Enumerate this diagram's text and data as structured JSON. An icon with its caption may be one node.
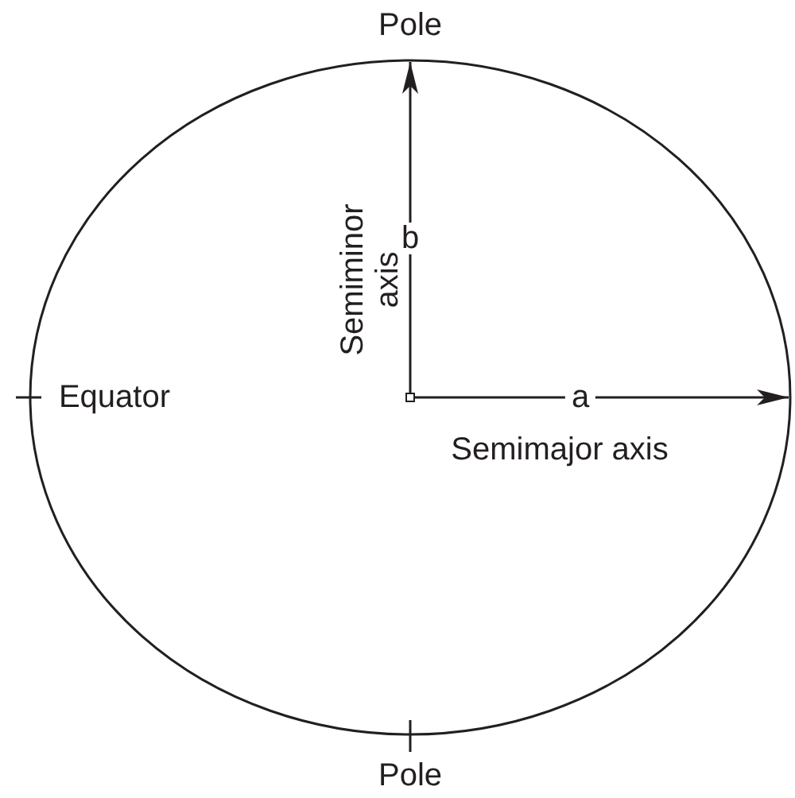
{
  "diagram": {
    "nodes": [
      {
        "text": [],
        "shape": "ellipse"
      },
      {
        "text": [],
        "shape": "box",
        "in": 0
      }
    ],
    "edges": [
      {
        "from": 1,
        "to": 0,
        "arrow": "to",
        "label": "b"
      },
      {
        "from": 1,
        "to": 0,
        "arrow": "to",
        "label": "a"
      }
    ],
    "labels": [
      "Pole",
      "Semiminor axis",
      "Equator",
      "Semimajor axis",
      "Pole"
    ]
  }
}
